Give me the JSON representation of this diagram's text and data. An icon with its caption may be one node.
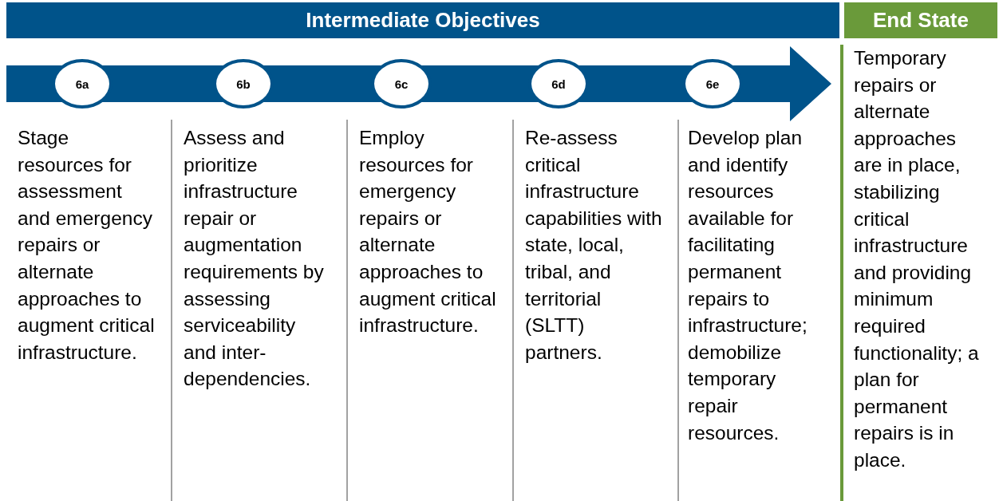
{
  "diagram": {
    "nodes": [
      {
        "text": [
          "Intermediate Objectives"
        ]
      },
      {
        "text": [
          "End State"
        ],
        "beside": [
          "Temporary repairs or alternate approaches are in place, stabilizing critical infrastructure and providing minimum required functionality; a plan for permanent repairs is in place."
        ]
      },
      {
        "text": [
          "6a"
        ],
        "beside": [
          "Stage resources for assessment and emergency repairs or alternate approaches to augment critical infrastructure."
        ]
      },
      {
        "text": [
          "6b"
        ],
        "beside": [
          "Assess and prioritize infrastructure repair or augmentation requirements by assessing serviceability and inter-dependencies."
        ]
      },
      {
        "text": [
          "6c"
        ],
        "beside": [
          "Employ resources for emergency repairs or alternate approaches to augment critical infrastructure."
        ]
      },
      {
        "text": [
          "6d"
        ],
        "beside": [
          "Re-assess critical infrastructure capabilities with state, local, tribal, and territorial (SLTT) partners."
        ]
      },
      {
        "text": [
          "6e"
        ],
        "beside": [
          "Develop plan and identify resources available for facilitating permanent repairs to infrastructure; demobilize temporary repair resources."
        ]
      }
    ],
    "edges": [
      {
        "from": null,
        "to": 1,
        "arrow": "to"
      }
    ]
  }
}
